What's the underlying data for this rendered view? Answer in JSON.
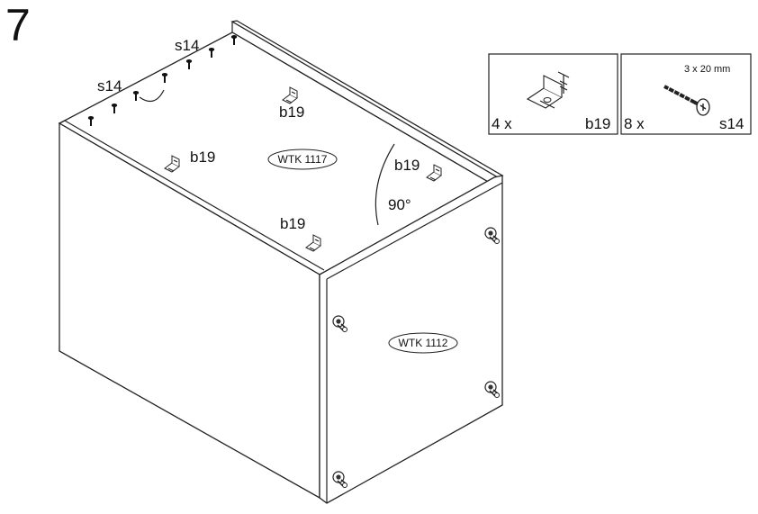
{
  "step": {
    "number": "7"
  },
  "panels": {
    "top_panel_code": "WTK 1117",
    "side_panel_code": "WTK 1112"
  },
  "annotations": {
    "screw_label_upper": "s14",
    "screw_label_lower": "s14",
    "bracket_label_top": "b19",
    "bracket_label_left": "b19",
    "bracket_label_bottom": "b19",
    "bracket_label_corner": "b19",
    "angle": "90°"
  },
  "parts_list": [
    {
      "qty": "4 x",
      "code": "b19",
      "spec": "",
      "icon": "angle-bracket-icon"
    },
    {
      "qty": "8 x",
      "code": "s14",
      "spec": "3 x 20 mm",
      "icon": "screw-icon"
    }
  ]
}
